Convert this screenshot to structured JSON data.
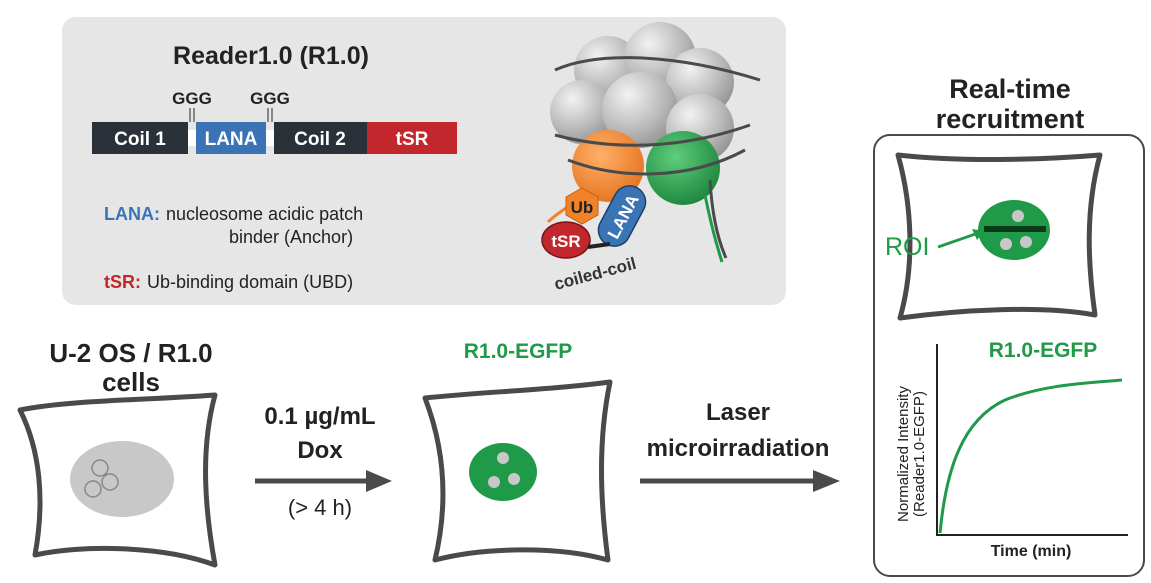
{
  "colors": {
    "panel_bg": "#e6e6e6",
    "coil": "#2b3138",
    "lana": "#3a74b5",
    "tsr": "#c1272d",
    "green": "#1f9a48",
    "orange": "#f0822a",
    "gray_cell": "#c8c8c8",
    "outline": "#4a4a4a"
  },
  "construct": {
    "title": "Reader1.0 (R1.0)",
    "linker1": "GGG",
    "linker2": "GGG",
    "segments": [
      "Coil 1",
      "LANA",
      "Coil 2",
      "tSR"
    ]
  },
  "legend": {
    "lana_key": "LANA:",
    "lana_desc_1": "nucleosome acidic patch",
    "lana_desc_2": "binder (Anchor)",
    "tsr_key": "tSR:",
    "tsr_desc": "Ub-binding domain (UBD)"
  },
  "nucleosome": {
    "ub": "Ub",
    "tsr": "tSR",
    "lana": "LANA",
    "linker": "coiled-coil"
  },
  "workflow": {
    "cells_label_1": "U-2 OS / R1.0",
    "cells_label_2": "cells",
    "dox_1": "0.1 µg/mL",
    "dox_2": "Dox",
    "dox_3": "(> 4 h)",
    "egfp_label": "R1.0-EGFP",
    "laser_1": "Laser",
    "laser_2": "microirradiation"
  },
  "recruitment": {
    "title_1": "Real-time",
    "title_2": "recruitment",
    "roi": "ROI",
    "plot_title": "R1.0-EGFP",
    "ylabel_1": "Normalized Intensity",
    "ylabel_2": "(Reader1.0-EGFP)",
    "xlabel": "Time (min)"
  }
}
